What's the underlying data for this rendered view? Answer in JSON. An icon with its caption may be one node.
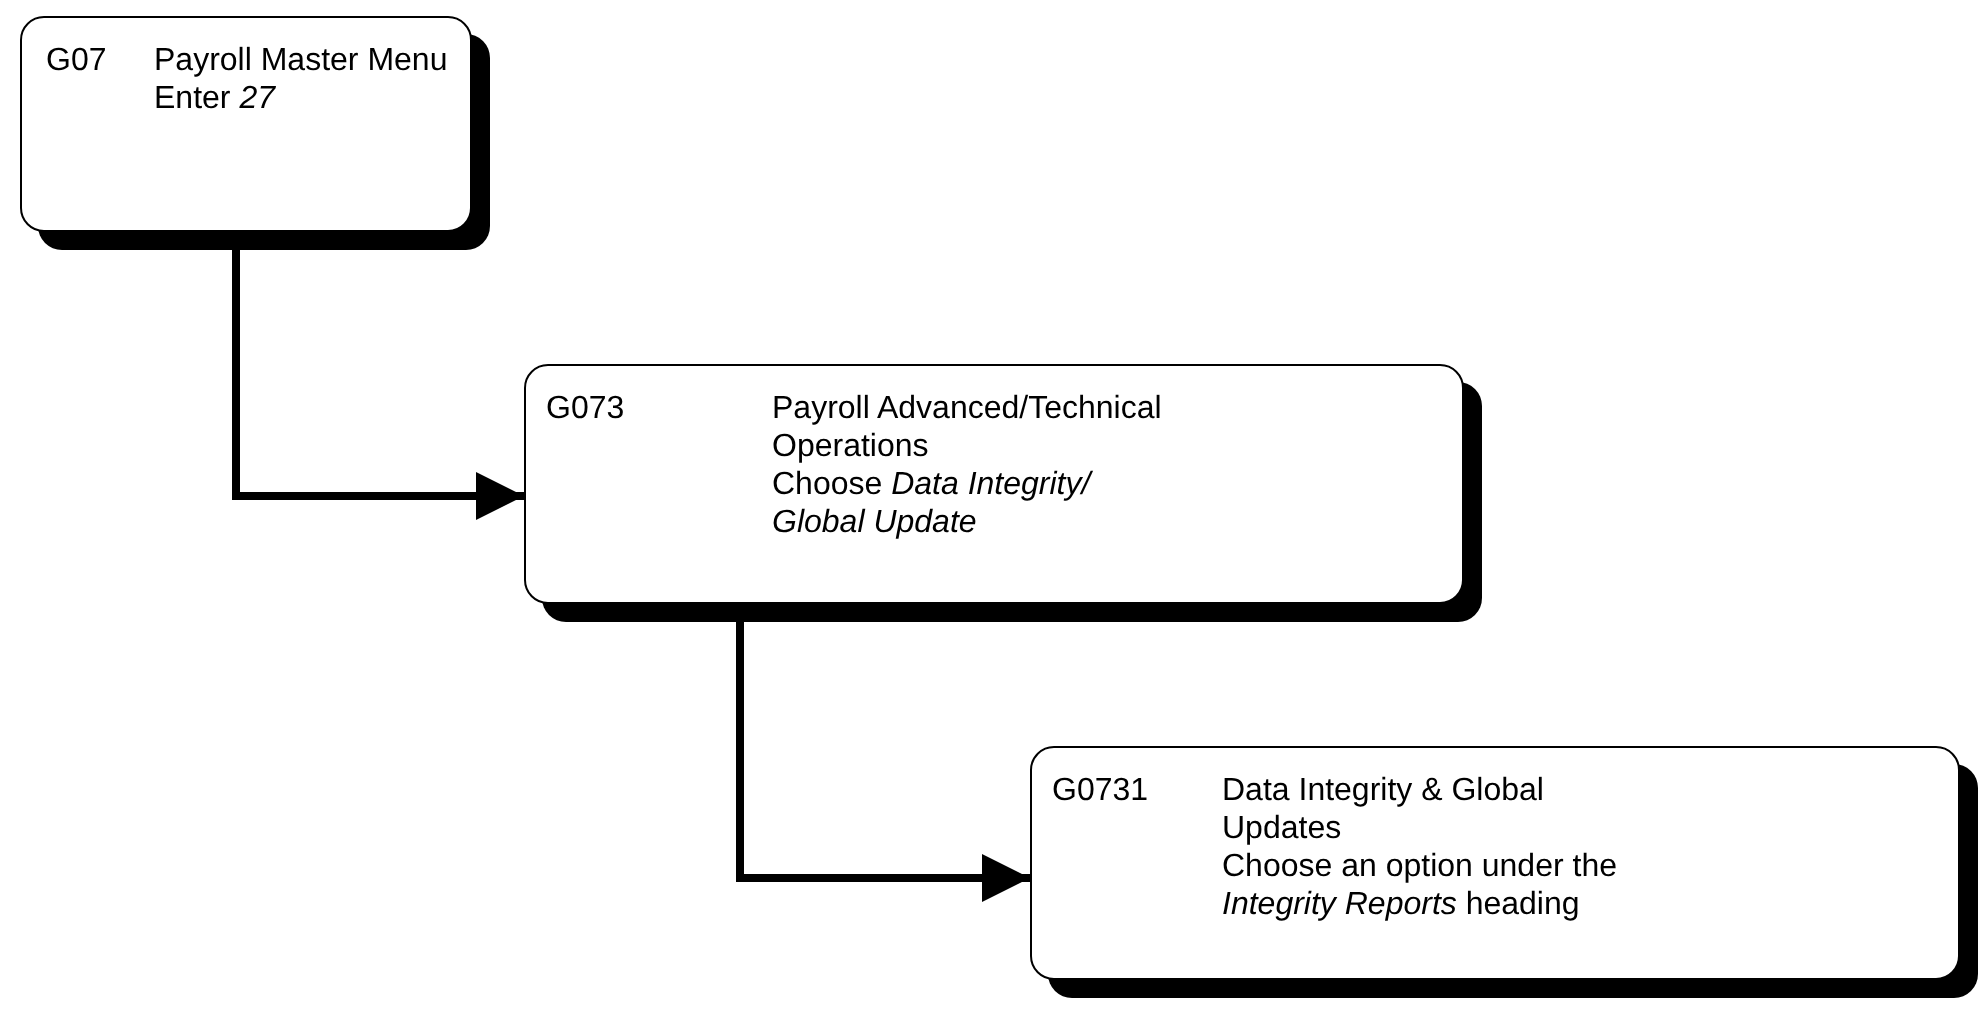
{
  "diagram": {
    "nodes": [
      {
        "text": [
          "G07",
          "Payroll Master Menu",
          "Enter *27*"
        ]
      },
      {
        "text": [
          "G073",
          "Payroll Advanced/Technical Operations",
          "Choose *Data Integrity/ Global Update*"
        ]
      },
      {
        "text": [
          "G0731",
          "Data Integrity & Global Updates",
          "Choose an option under the *Integrity Reports* heading"
        ]
      }
    ],
    "edges": [
      {
        "from": 0,
        "to": 1,
        "arrow": "to"
      },
      {
        "from": 1,
        "to": 2,
        "arrow": "to"
      }
    ]
  }
}
